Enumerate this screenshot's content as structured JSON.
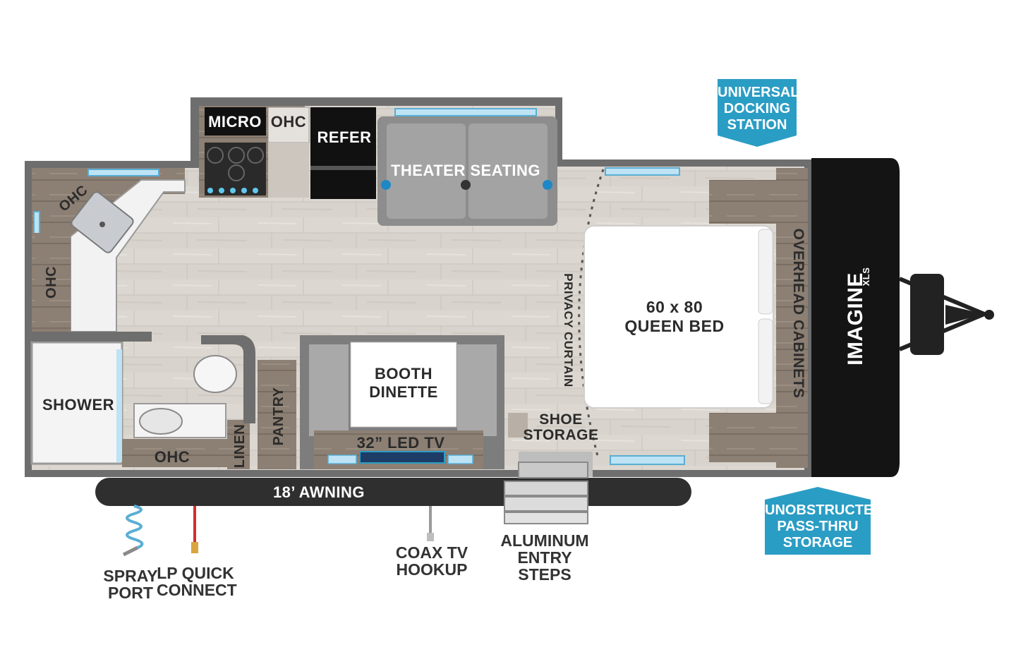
{
  "colors": {
    "wall": "#6e6e6e",
    "floor": "#d9d4ce",
    "cabinet": "#8a7d70",
    "accent_blue": "#2a9dc4",
    "awning": "#2f2f2f",
    "front_cap": "#1a1a1a"
  },
  "rooms": {
    "micro": "MICRO",
    "ohc_kitchen": "OHC",
    "refer": "REFER",
    "theater_seating": "THEATER SEATING",
    "ohc_rear_corner": "OHC",
    "ohc_rear_side": "OHC",
    "shower": "SHOWER",
    "ohc_bath": "OHC",
    "linen": "LINEN",
    "pantry": "PANTRY",
    "booth_dinette": [
      "BOOTH",
      "DINETTE"
    ],
    "led_tv": "32” LED TV",
    "awning": "18’ AWNING",
    "privacy_curtain": "PRIVACY CURTAIN",
    "shoe_storage": [
      "SHOE",
      "STORAGE"
    ],
    "queen_bed": [
      "60 x 80",
      "QUEEN BED"
    ],
    "overhead_cabinets": "OVERHEAD CABINETS",
    "brand": "IMAGINE",
    "brand_sub": "XLS"
  },
  "callouts": {
    "docking": [
      "UNIVERSAL",
      "DOCKING",
      "STATION"
    ],
    "passthru": [
      "UNOBSTRUCTED",
      "PASS-THRU",
      "STORAGE"
    ]
  },
  "exterior": {
    "spray": [
      "SPRAY",
      "PORT"
    ],
    "lp": [
      "LP QUICK",
      "CONNECT"
    ],
    "coax": [
      "COAX TV",
      "HOOKUP"
    ],
    "steps": [
      "ALUMINUM",
      "ENTRY STEPS"
    ]
  }
}
